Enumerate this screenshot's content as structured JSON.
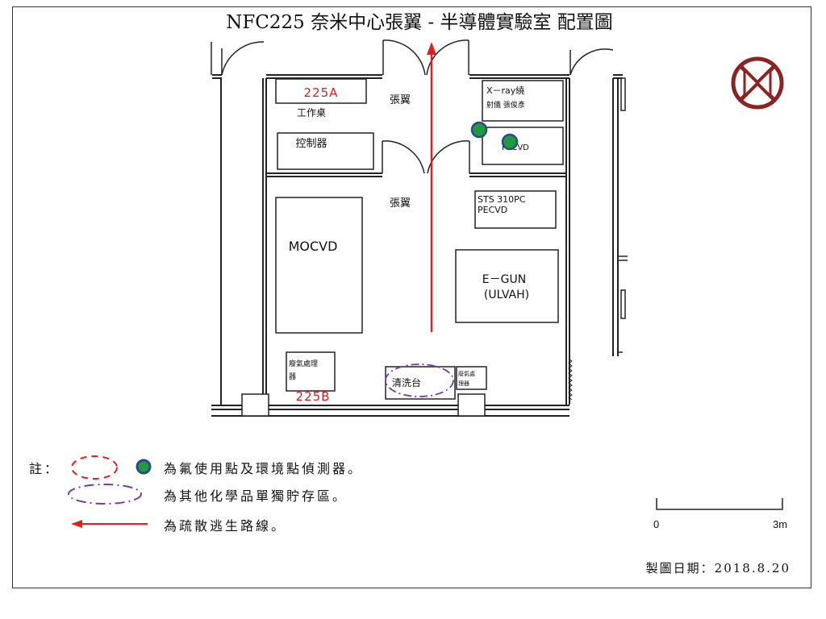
{
  "title": "NFC225 奈米中心張翼 - 半導體實驗室 配置圖",
  "rooms": {
    "upper_room_id": "225A",
    "lower_room_id": "225B"
  },
  "equipment": {
    "workbench": "工作桌",
    "controller": "控制器",
    "xray_line1": "X－ray繞",
    "xray_line2": "射儀 張俊彥",
    "pecvd_small": "PECVD",
    "sts_line1": "STS 310PC",
    "sts_line2": "PECVD",
    "mocvd": "MOCVD",
    "egun_line1": "E－GUN",
    "egun_line2": "(ULVAH)",
    "waste_gas_line1": "廢氣處理",
    "waste_gas_line2": "器",
    "waste_gas_small_line1": "廢氣處",
    "waste_gas_small_line2": "理器",
    "sink": "清洗台"
  },
  "area_labels": {
    "upper": "張翼",
    "lower": "張翼"
  },
  "legend": {
    "prefix": "註：",
    "detector": "為氟使用點及環境點偵測器。",
    "storage": "為其他化學品單獨貯存區。",
    "evacuation": "為疏散逃生路線。"
  },
  "scale": {
    "start": "0",
    "end": "3m"
  },
  "date": "製圖日期：2018.8.20",
  "colors": {
    "evacuation_arrow": "#e02020",
    "detector_fill": "#1f9a3c",
    "detector_ring": "#2a4a8a",
    "storage_outline": "#7a3aa8",
    "gas_outline": "#e02020",
    "assembly_symbol": "#8b2323"
  }
}
